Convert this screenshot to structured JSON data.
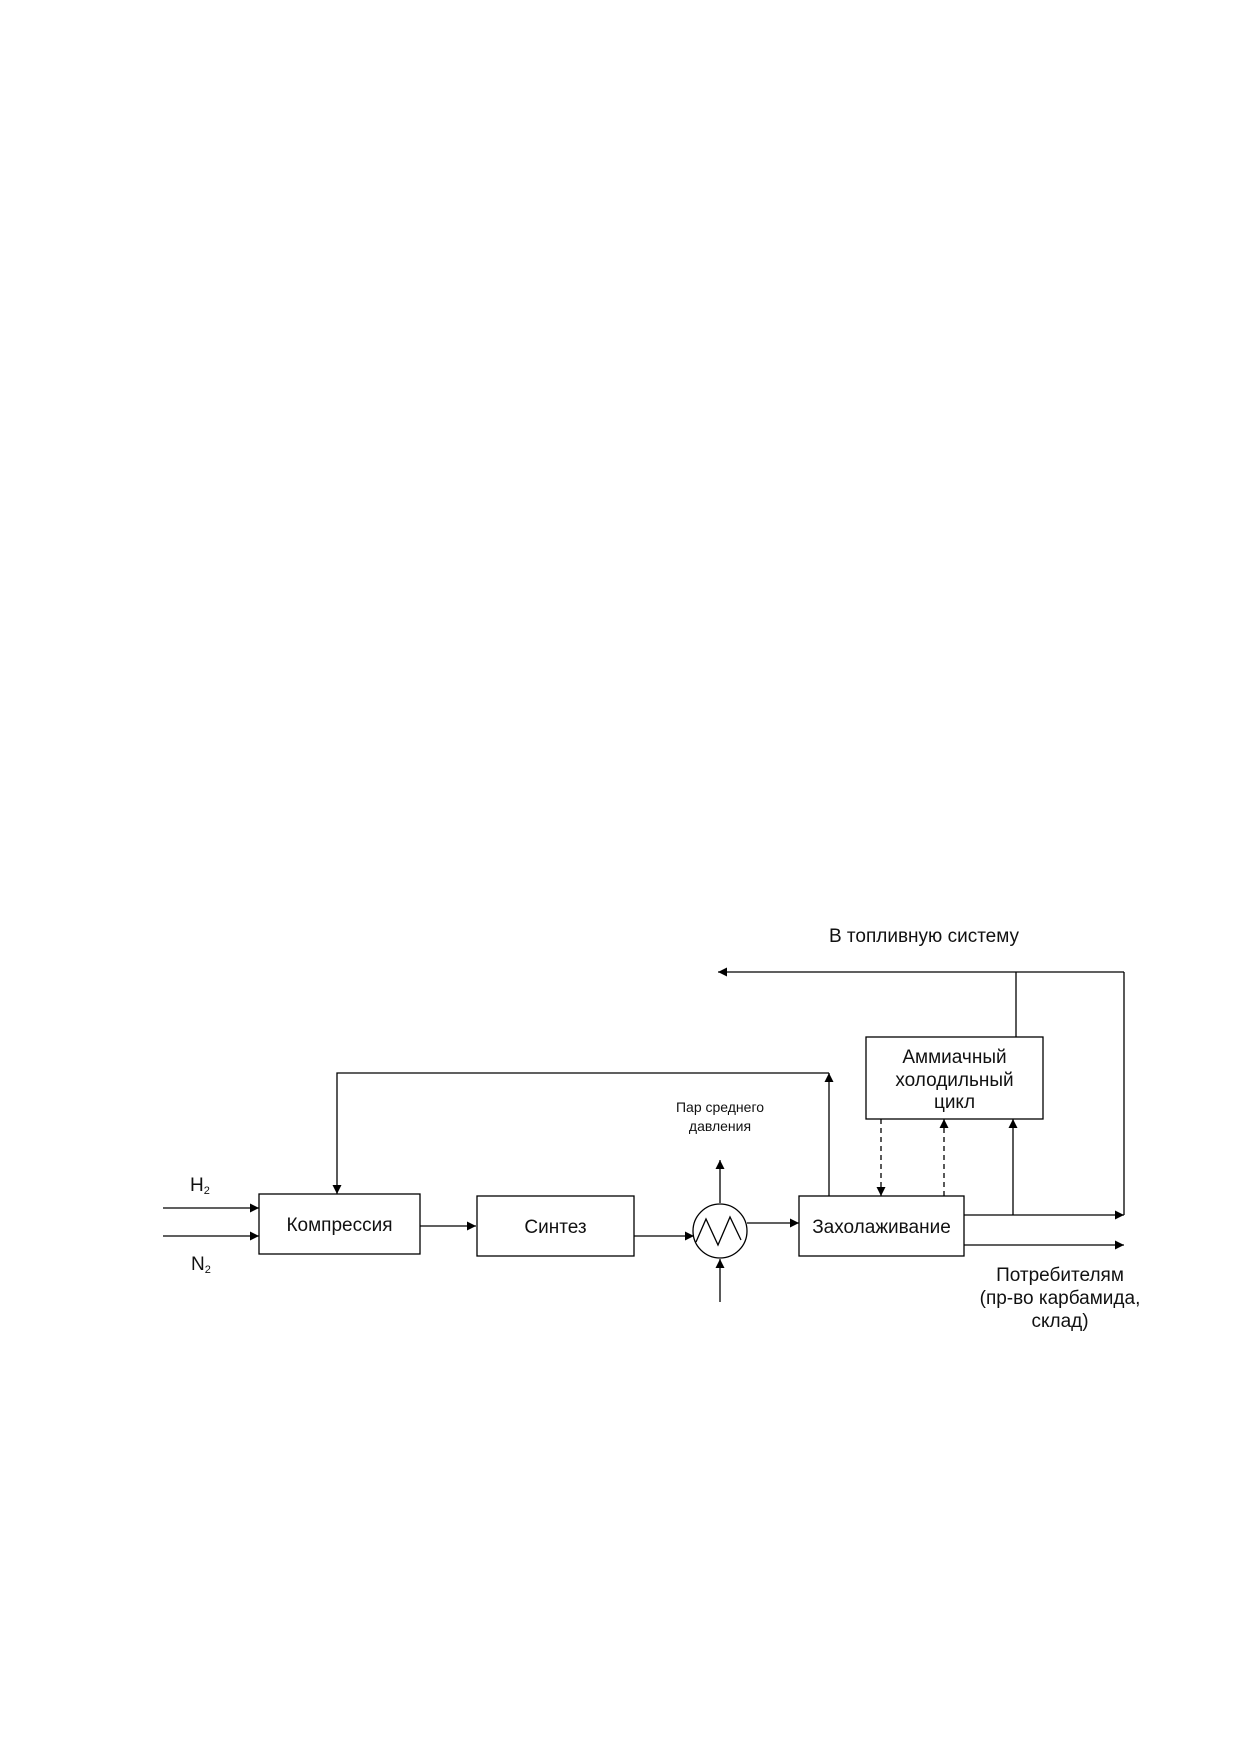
{
  "inputs": {
    "h2": {
      "symbol": "H",
      "subscript": "2"
    },
    "n2": {
      "symbol": "N",
      "subscript": "2"
    }
  },
  "blocks": {
    "compression": "Компрессия",
    "synthesis": "Синтез",
    "cooling": "Захолаживание",
    "refrigeration": [
      "Аммиачный",
      "холодильный",
      "цикл"
    ]
  },
  "labels": {
    "steam": [
      "Пар среднего",
      "давления"
    ],
    "fuel_system": "В топливную систему",
    "consumers": [
      "Потребителям",
      "(пр-во карбамида,",
      "склад)"
    ]
  },
  "icons": {
    "heat_exchanger": "heat-exchanger-icon"
  }
}
